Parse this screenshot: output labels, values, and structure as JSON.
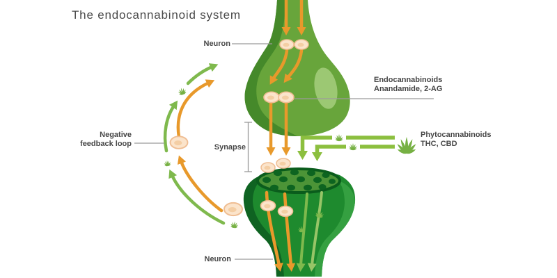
{
  "title": "The endocannabinoid system",
  "labels": {
    "neuron_top": "Neuron",
    "neuron_bottom": "Neuron",
    "synapse": "Synapse",
    "endocannabinoids_title": "Endocannabinoids",
    "endocannabinoids_sub": "Anandamide, 2-AG",
    "phytocannabinoids_title": "Phytocannabinoids",
    "phytocannabinoids_sub": "THC, CBD",
    "feedback_line1": "Negative",
    "feedback_line2": "feedback loop"
  },
  "icons": {
    "cannabis_leaf": "cannabis-leaf-icon",
    "vesicle": "vesicle-ellipse",
    "orange_arrow": "neurotransmitter-arrow",
    "green_elbow_arrow": "phytocannabinoid-arrow"
  },
  "palette": {
    "background": "#FFFFFF",
    "text": "#474747",
    "pointer_line": "#9B9B9B",
    "orange_arrow": "#E8992B",
    "feedback_green": "#7FB94D",
    "phyto_green": "#8CBF3F",
    "leaf_green": "#76B043",
    "neuron_top_body": "#68A53B",
    "neuron_top_shadow": "#45892A",
    "neuron_top_highlight": "#9CC873",
    "neuron_bottom_body": "#1E8A2E",
    "neuron_bottom_shadow": "#0F6322",
    "neuron_bottom_highlight": "#35A041",
    "receptor_surface": "#4C9437",
    "receptor_rim": "#0A5C1C",
    "receptor_dot": "#0D6420",
    "vesicle_fill": "#FBE4CB",
    "vesicle_stroke": "#EFBD92"
  }
}
